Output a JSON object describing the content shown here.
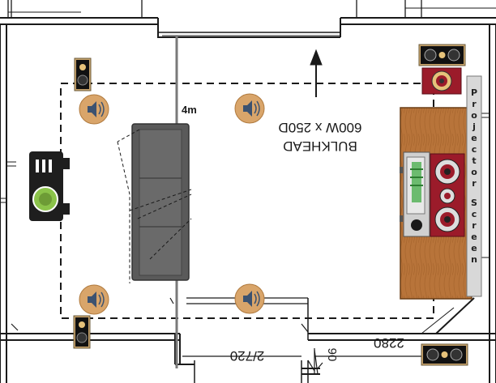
{
  "labels": {
    "bulkhead_line1": "BULKHEAD",
    "bulkhead_line2": "600W x 250D",
    "distance": "4m",
    "dim_2720": "2/720",
    "dim_2280": "2280",
    "dim_90": "90",
    "screen": "Projector Screen"
  },
  "colors": {
    "wall": "#1a1a1a",
    "cabinet_wood": "#b8743a",
    "sofa": "#5a5a5a",
    "speaker_bg": "#d9a56a",
    "speaker_icon": "#3c5270",
    "receiver_red": "#9b1b2a",
    "projector": "#1e1e1e",
    "projector_lens": "#8bc34a"
  },
  "icons": {
    "ceiling_speaker": "ceiling-speaker-icon",
    "floor_speaker": "bookshelf-speaker-icon",
    "projector": "projector-icon",
    "sofa": "sofa-icon",
    "av_rack": "av-receiver-icon",
    "subwoofer": "subwoofer-icon"
  }
}
